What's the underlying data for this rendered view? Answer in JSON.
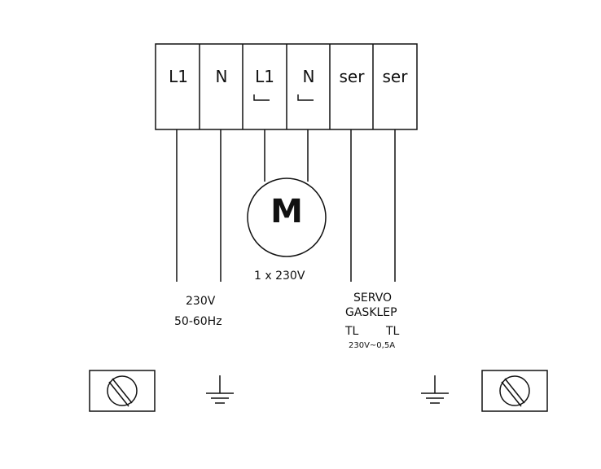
{
  "terminals": [
    {
      "label": "L1",
      "contact_symbol": false
    },
    {
      "label": "N",
      "contact_symbol": false
    },
    {
      "label": "L1",
      "contact_symbol": true
    },
    {
      "label": "N",
      "contact_symbol": true
    },
    {
      "label": "ser",
      "contact_symbol": false
    },
    {
      "label": "ser",
      "contact_symbol": false
    }
  ],
  "motor": {
    "symbol": "M",
    "rating": "1 x 230V"
  },
  "supply": {
    "voltage": "230V",
    "frequency": "50-60Hz"
  },
  "servo": {
    "line1": "SERVO",
    "line2": "GASKLEP",
    "tl_left": "TL",
    "tl_right": "TL",
    "rating": "230V~0,5A"
  },
  "icons": [
    "screw-terminal-icon",
    "ground-icon",
    "ground-icon",
    "screw-terminal-icon"
  ],
  "colors": {
    "line": "#111111",
    "background": "#ffffff"
  }
}
